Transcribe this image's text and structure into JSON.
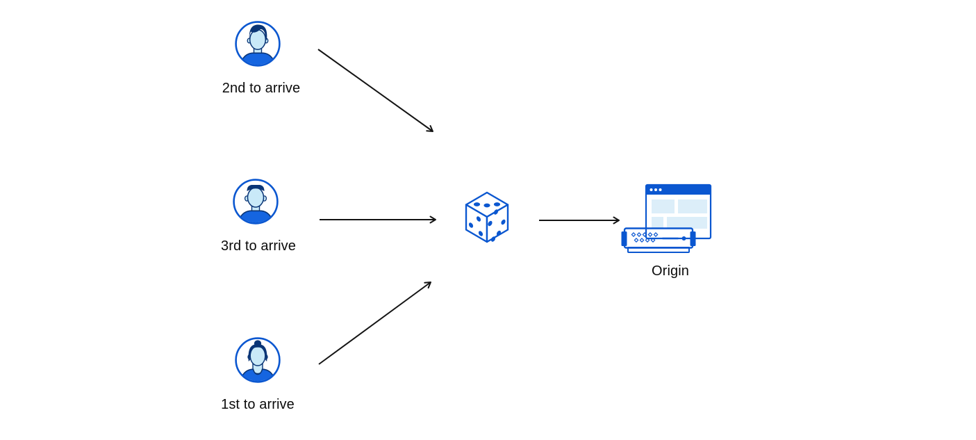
{
  "diagram": {
    "actors": [
      {
        "label": "2nd to arrive",
        "icon": "male-avatar-swept-hair-icon"
      },
      {
        "label": "3rd to arrive",
        "icon": "male-avatar-flat-top-icon"
      },
      {
        "label": "1st to arrive",
        "icon": "female-avatar-bun-icon"
      }
    ],
    "hub": {
      "icon": "dice-icon"
    },
    "origin": {
      "label": "Origin",
      "icon": "origin-server-browser-icon"
    }
  },
  "colors": {
    "primary_blue": "#0B57D0",
    "navy": "#0A3576",
    "skin_blue": "#C9E9F8",
    "panel_blue": "#DCEEF9",
    "base_blue": "#CDE7F8",
    "shirt_blue": "#1565E0",
    "arrow_black": "#141414",
    "background": "#FFFFFF",
    "text": "#0B0B0B"
  }
}
